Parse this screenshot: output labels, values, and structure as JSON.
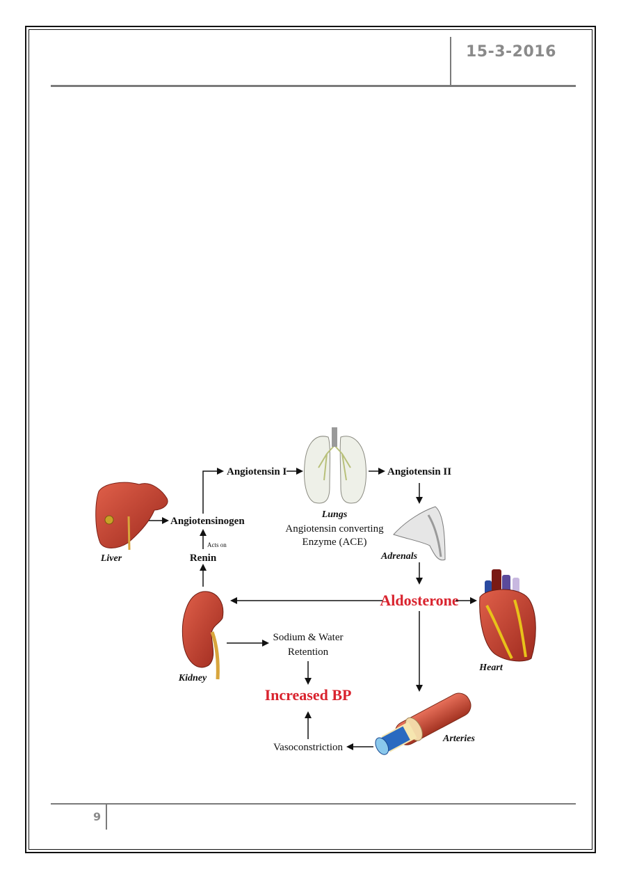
{
  "header": {
    "date": "15-3-2016"
  },
  "footer": {
    "page_number": "9"
  },
  "diagram": {
    "angiotensin_1": "Angiotensin I",
    "angiotensin_2": "Angiotensin II",
    "angiotensinogen": "Angiotensinogen",
    "acts_on": "Acts on",
    "renin": "Renin",
    "lungs": "Lungs",
    "ace_line1": "Angiotensin converting",
    "ace_line2": "Enzyme (ACE)",
    "adrenals": "Adrenals",
    "aldosterone": "Aldosterone",
    "liver": "Liver",
    "kidney": "Kidney",
    "heart": "Heart",
    "arteries": "Arteries",
    "sodium_line1": "Sodium & Water",
    "sodium_line2": "Retention",
    "increased_bp": "Increased BP",
    "vasoconstriction": "Vasoconstriction",
    "colors": {
      "highlight": "#d9232e",
      "organ": "#c0392b"
    }
  }
}
